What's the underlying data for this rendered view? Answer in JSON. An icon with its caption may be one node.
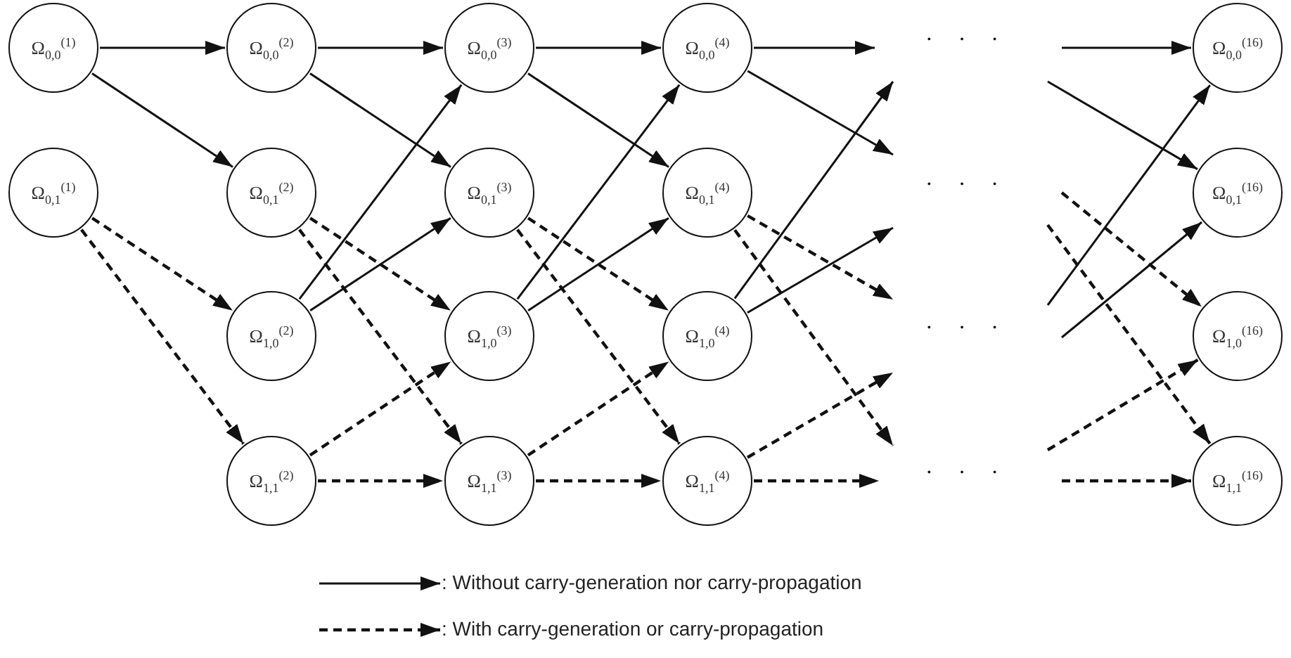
{
  "diagram": {
    "nodes": [
      {
        "text": [
          "Ω$_{0,0}$$^{(1)}$"
        ]
      },
      {
        "text": [
          "Ω$_{0,1}$$^{(1)}$"
        ]
      },
      {
        "text": [
          "Ω$_{0,0}$$^{(2)}$"
        ]
      },
      {
        "text": [
          "Ω$_{0,1}$$^{(2)}$"
        ]
      },
      {
        "text": [
          "Ω$_{1,0}$$^{(2)}$"
        ]
      },
      {
        "text": [
          "Ω$_{1,1}$$^{(2)}$"
        ]
      },
      {
        "text": [
          "Ω$_{0,0}$$^{(3)}$"
        ]
      },
      {
        "text": [
          "Ω$_{0,1}$$^{(3)}$"
        ]
      },
      {
        "text": [
          "Ω$_{1,0}$$^{(3)}$"
        ]
      },
      {
        "text": [
          "Ω$_{1,1}$$^{(3)}$"
        ]
      },
      {
        "text": [
          "Ω$_{0,0}$$^{(4)}$"
        ]
      },
      {
        "text": [
          "Ω$_{0,1}$$^{(4)}$"
        ]
      },
      {
        "text": [
          "Ω$_{1,0}$$^{(4)}$"
        ]
      },
      {
        "text": [
          "Ω$_{1,1}$$^{(4)}$"
        ]
      },
      {
        "text": [
          "Ω$_{0,0}$$^{(16)}$"
        ]
      },
      {
        "text": [
          "Ω$_{0,1}$$^{(16)}$"
        ]
      },
      {
        "text": [
          "Ω$_{1,0}$$^{(16)}$"
        ]
      },
      {
        "text": [
          "Ω$_{1,1}$$^{(16)}$"
        ]
      }
    ],
    "edges": [
      {
        "from": 0,
        "to": 2,
        "arrow": "to"
      },
      {
        "from": 0,
        "to": 3,
        "arrow": "to"
      },
      {
        "from": 1,
        "to": 4,
        "arrow": "to",
        "style": "dashed"
      },
      {
        "from": 1,
        "to": 5,
        "arrow": "to",
        "style": "dashed"
      },
      {
        "from": 2,
        "to": 6,
        "arrow": "to"
      },
      {
        "from": 2,
        "to": 7,
        "arrow": "to"
      },
      {
        "from": 3,
        "to": 8,
        "arrow": "to",
        "style": "dashed"
      },
      {
        "from": 3,
        "to": 9,
        "arrow": "to",
        "style": "dashed"
      },
      {
        "from": 4,
        "to": 6,
        "arrow": "to"
      },
      {
        "from": 4,
        "to": 7,
        "arrow": "to"
      },
      {
        "from": 5,
        "to": 8,
        "arrow": "to",
        "style": "dashed"
      },
      {
        "from": 5,
        "to": 9,
        "arrow": "to",
        "style": "dashed"
      },
      {
        "from": 6,
        "to": 10,
        "arrow": "to"
      },
      {
        "from": 6,
        "to": 11,
        "arrow": "to"
      },
      {
        "from": 7,
        "to": 12,
        "arrow": "to",
        "style": "dashed"
      },
      {
        "from": 7,
        "to": 13,
        "arrow": "to",
        "style": "dashed"
      },
      {
        "from": 8,
        "to": 10,
        "arrow": "to"
      },
      {
        "from": 8,
        "to": 11,
        "arrow": "to"
      },
      {
        "from": 9,
        "to": 12,
        "arrow": "to",
        "style": "dashed"
      },
      {
        "from": 9,
        "to": 13,
        "arrow": "to",
        "style": "dashed"
      },
      {
        "from": 10,
        "to": null,
        "arrow": "to"
      },
      {
        "from": 10,
        "to": null,
        "arrow": "to"
      },
      {
        "from": 11,
        "to": null,
        "arrow": "to",
        "style": "dashed"
      },
      {
        "from": 11,
        "to": null,
        "arrow": "to",
        "style": "dashed"
      },
      {
        "from": 12,
        "to": null,
        "arrow": "to"
      },
      {
        "from": 12,
        "to": null,
        "arrow": "to"
      },
      {
        "from": 13,
        "to": null,
        "arrow": "to",
        "style": "dashed"
      },
      {
        "from": 13,
        "to": null,
        "arrow": "to",
        "style": "dashed"
      },
      {
        "from": null,
        "to": 14,
        "arrow": "to"
      },
      {
        "from": null,
        "to": 15,
        "arrow": "to"
      },
      {
        "from": null,
        "to": 16,
        "arrow": "to",
        "style": "dashed"
      },
      {
        "from": null,
        "to": 17,
        "arrow": "to",
        "style": "dashed"
      },
      {
        "from": null,
        "to": 14,
        "arrow": "to"
      },
      {
        "from": null,
        "to": 15,
        "arrow": "to"
      },
      {
        "from": null,
        "to": 16,
        "arrow": "to",
        "style": "dashed"
      },
      {
        "from": null,
        "to": 17,
        "arrow": "to",
        "style": "dashed"
      }
    ],
    "labels": [
      "· · ·",
      "· · ·",
      "· · ·",
      "· · ·"
    ],
    "legend": [
      {
        "text": ": Without carry-generation nor carry-propagation"
      },
      {
        "text": ": With carry-generation or carry-propagation"
      }
    ]
  }
}
